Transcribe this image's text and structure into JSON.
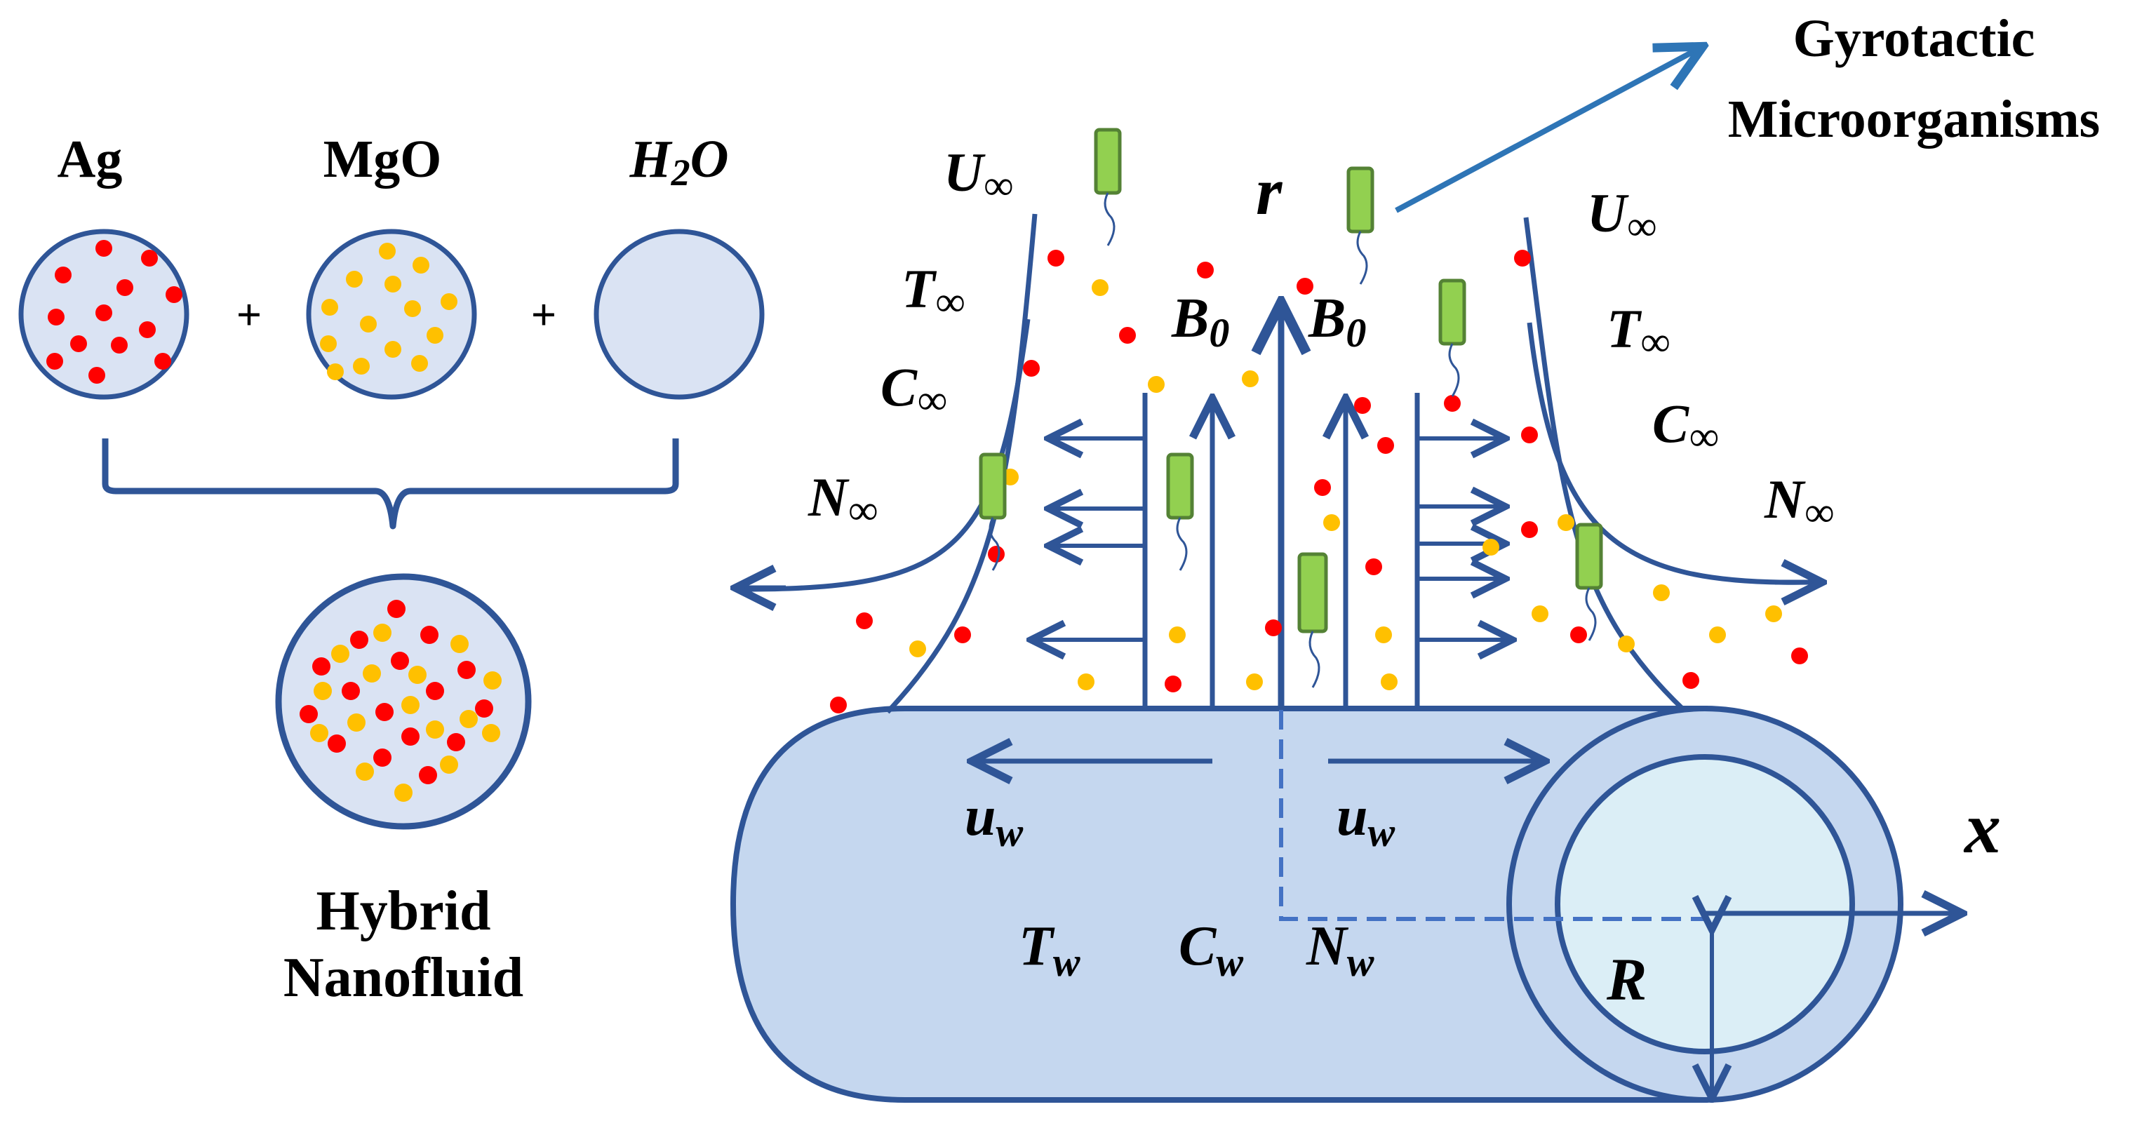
{
  "components": {
    "ag": "Ag",
    "mgo": "MgO",
    "water": "H",
    "water_sub": "2",
    "water_o": "O",
    "plus": "+"
  },
  "result_label": {
    "line1": "Hybrid",
    "line2": "Nanofluid"
  },
  "microorganisms_label": {
    "line1": "Gyrotactic",
    "line2": "Microorganisms"
  },
  "symbols": {
    "r": "r",
    "x": "x",
    "R": "R",
    "U": "U",
    "T": "T",
    "C": "C",
    "N": "N",
    "inf": "∞",
    "B": "B",
    "B_sub": "0",
    "u": "u",
    "w": "w"
  },
  "colors": {
    "ag_particle": "#ff0000",
    "mgo_particle": "#ffc000",
    "outline_blue": "#2f5597",
    "fill_light_blue": "#dae3f3",
    "cylinder_fill": "#c5d7ef",
    "inner_fill": "#dbeef6",
    "organism_fill": "#92d050",
    "organism_stroke": "#548235",
    "pointer_arrow": "#2e75b6"
  }
}
